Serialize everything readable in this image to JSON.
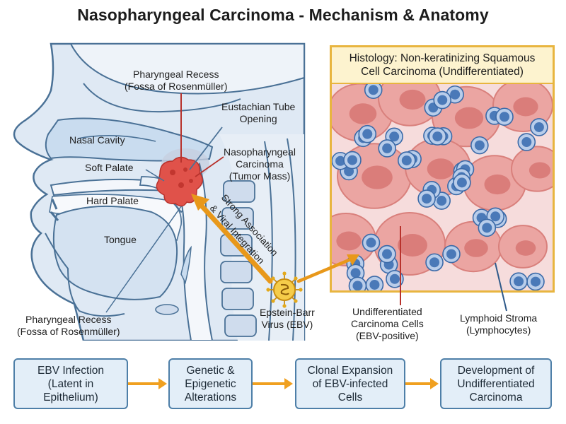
{
  "title": "Nasopharyngeal Carcinoma - Mechanism & Anatomy",
  "anatomy": {
    "pharyngeal_recess_top": [
      "Pharyngeal Recess",
      "(Fossa of Rosenmüller)"
    ],
    "eustachian": [
      "Eustachian Tube",
      "Opening"
    ],
    "nasal_cavity": "Nasal Cavity",
    "soft_palate": "Soft Palate",
    "hard_palate": "Hard Palate",
    "tongue": "Tongue",
    "tumor": [
      "Nasopharyngeal",
      "Carcinoma",
      "(Tumor Mass)"
    ],
    "pharyngeal_recess_bottom": [
      "Pharyngeal Recess",
      "(Fossa of Rosenmüller)"
    ],
    "ebv": [
      "Epstein-Barr",
      "Virus (EBV)"
    ],
    "arrow_label": [
      "Strong Association",
      "& Viral Integration"
    ]
  },
  "histology": {
    "title": [
      "Histology: Non-keratinizing Squamous",
      "Cell Carcinoma (Undifferentiated)"
    ],
    "cells_label": [
      "Undifferentiated",
      "Carcinoma Cells",
      "(EBV-positive)"
    ],
    "stroma_label": [
      "Lymphoid Stroma",
      "(Lymphocytes)"
    ]
  },
  "flow": [
    "EBV Infection\n(Latent in\nEpithelium)",
    "Genetic &\nEpigenetic\nAlterations",
    "Clonal Expansion\nof EBV-infected\nCells",
    "Development of\nUndifferentiated\nCarcinoma"
  ],
  "colors": {
    "head_fill": "#dfe9f4",
    "outline": "#4a7196",
    "tumor": "#e0524a",
    "accent_arrow": "#f0a020",
    "frame": "#e8b53f",
    "carcinoma_cell": "#eba5a2",
    "lymphocyte": "#4a79b8",
    "box_fill": "#e3eef8",
    "box_border": "#4e7fa8"
  }
}
